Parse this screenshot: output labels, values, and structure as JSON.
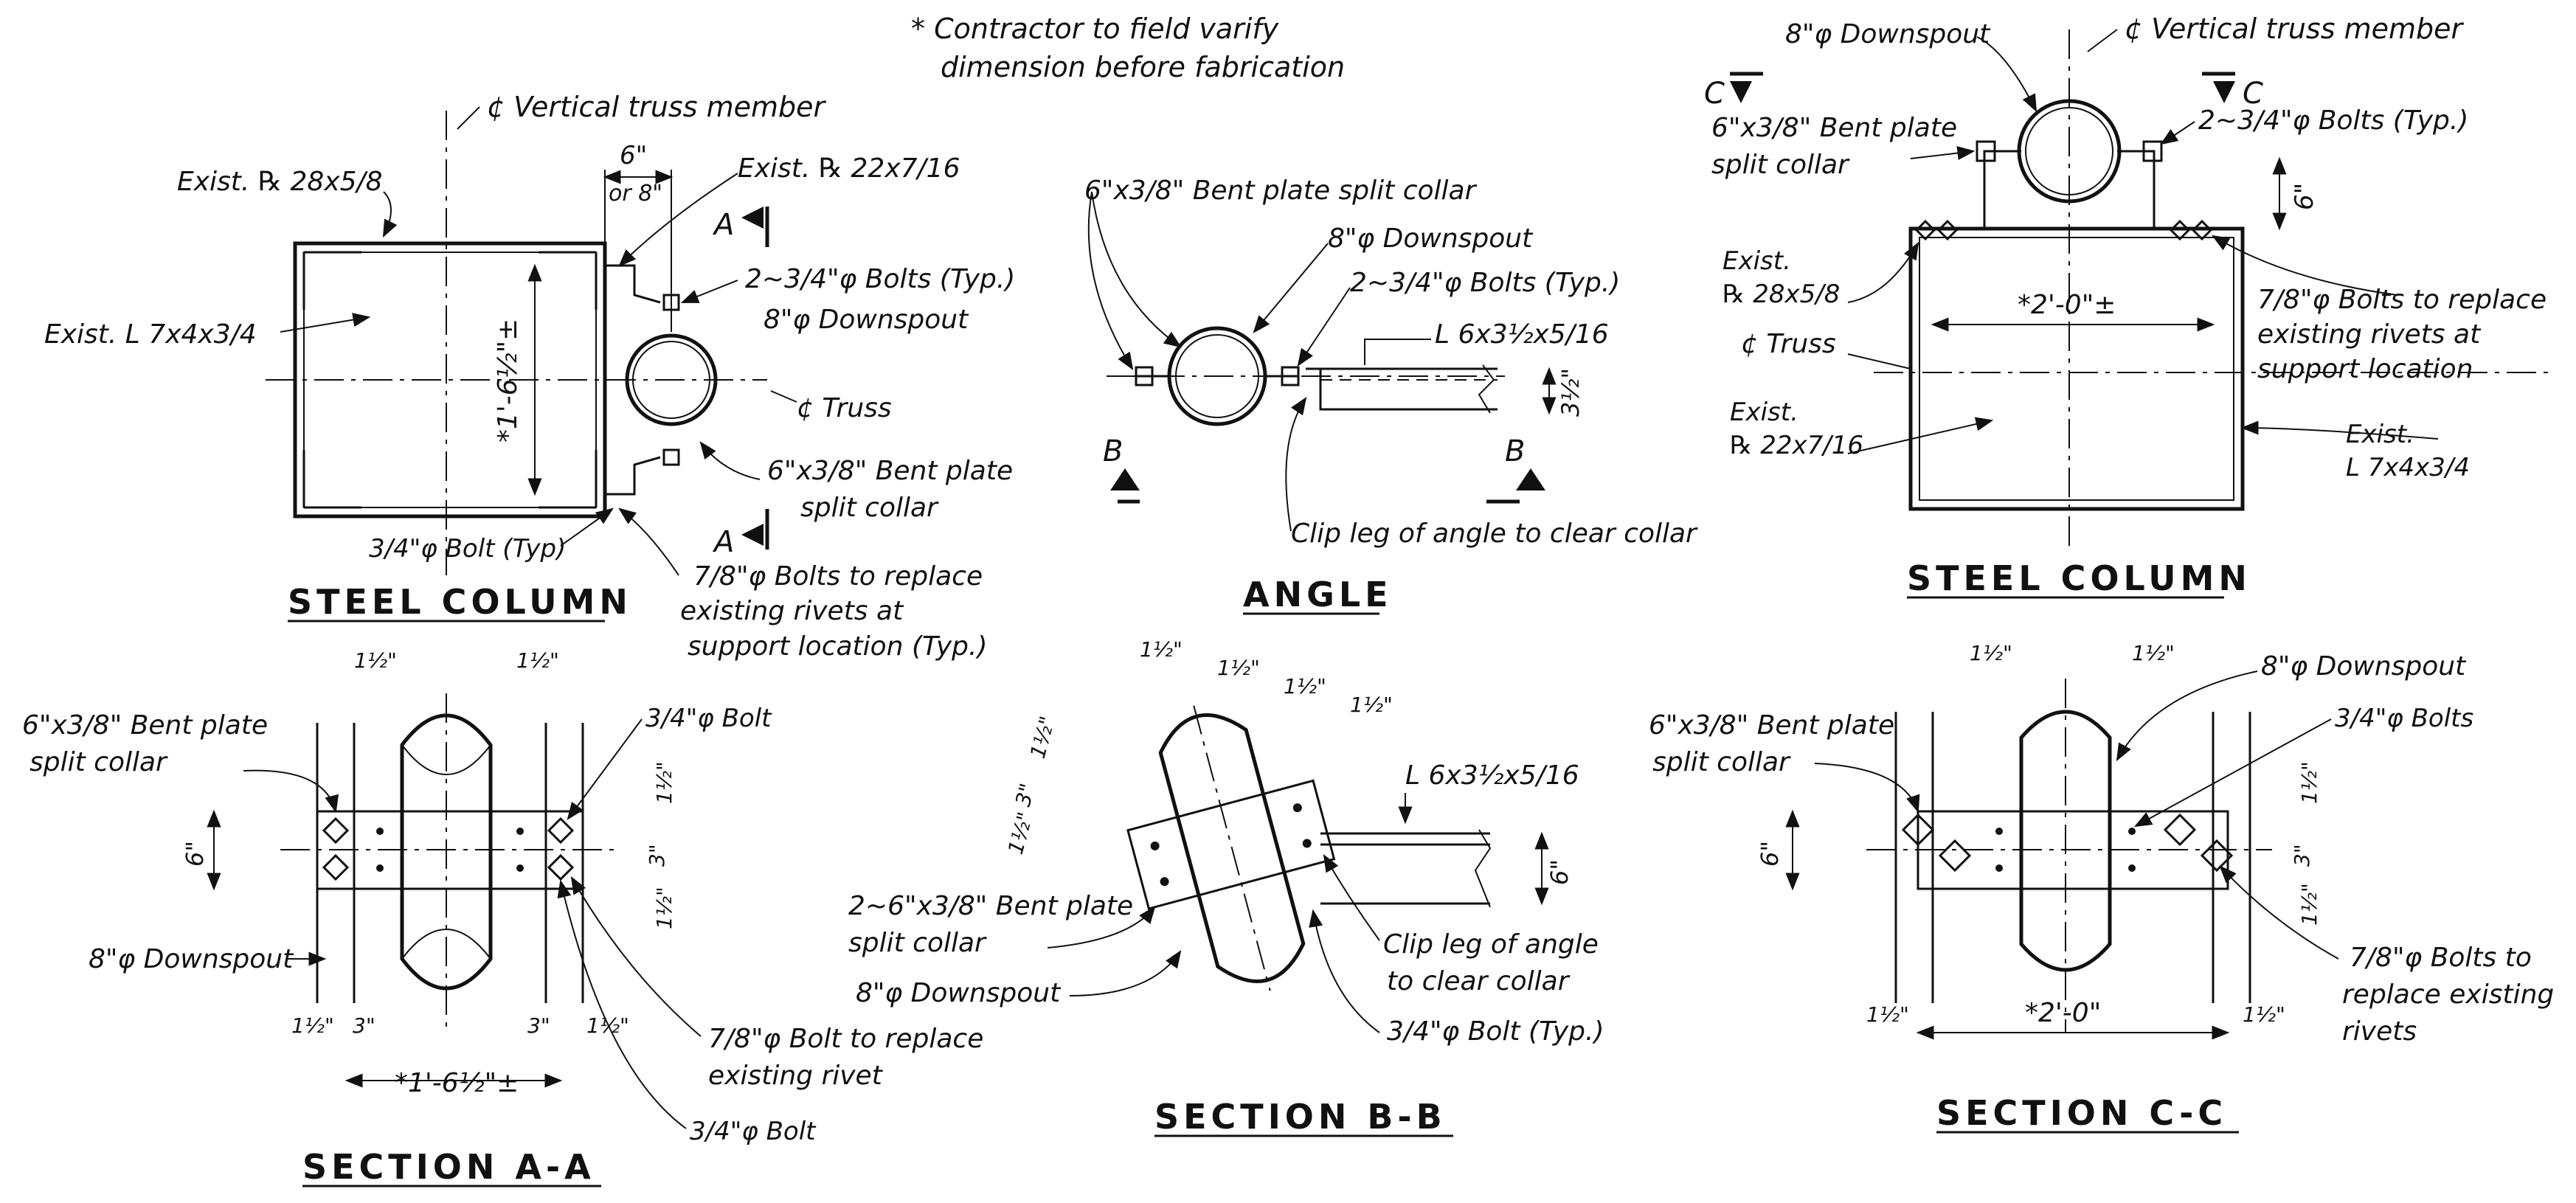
{
  "colors": {
    "ink": "#111111",
    "paper": "#ffffff"
  },
  "general_note": {
    "line1": "* Contractor to field varify",
    "line2": "dimension before fabrication"
  },
  "steel_column_left": {
    "title": "STEEL COLUMN",
    "vertical_truss": "¢ Vertical truss member",
    "exist_plate_top": "Exist. ℞ 28x5/8",
    "exist_angle": "Exist. L 7x4x3/4",
    "exist_plate_side": "Exist. ℞ 22x7/16",
    "dim_6": "6\"",
    "dim_or8": "or 8\"",
    "bolts_typ": "2~3/4\"φ Bolts (Typ.)",
    "downspout": "8\"φ Downspout",
    "truss": "¢ Truss",
    "bent_plate_1": "6\"x3/8\" Bent plate",
    "bent_plate_2": "split collar",
    "dim_height": "*1'-6½\"±",
    "bolt_typ": "3/4\"φ Bolt (Typ)",
    "rivets_1": "7/8\"φ Bolts to replace",
    "rivets_2": "existing rivets at",
    "rivets_3": "support location (Typ.)",
    "section_mark": "A"
  },
  "angle_view": {
    "title": "ANGLE",
    "bent_plate": "6\"x3/8\" Bent plate split collar",
    "downspout": "8\"φ Downspout",
    "bolts_typ": "2~3/4\"φ Bolts (Typ.)",
    "angle": "L 6x3½x5/16",
    "dim": "3½\"",
    "clip": "Clip leg of angle to clear collar",
    "section_mark": "B"
  },
  "steel_column_right": {
    "title": "STEEL COLUMN",
    "downspout": "8\"φ Downspout",
    "vertical_truss": "¢ Vertical truss member",
    "section_mark": "C",
    "bent_plate_1": "6\"x3/8\" Bent plate",
    "bent_plate_2": "split collar",
    "bolts_typ": "2~3/4\"φ Bolts (Typ.)",
    "dim_6": "6\"",
    "exist_plate_top_1": "Exist.",
    "exist_plate_top_2": "℞ 28x5/8",
    "dim_width": "*2'-0\"±",
    "truss": "¢ Truss",
    "rivets_1": "7/8\"φ Bolts to replace",
    "rivets_2": "existing rivets at",
    "rivets_3": "support location",
    "exist_plate_side_1": "Exist.",
    "exist_plate_side_2": "℞ 22x7/16",
    "exist_angle_1": "Exist.",
    "exist_angle_2": "L 7x4x3/4"
  },
  "section_aa": {
    "title": "SECTION A-A",
    "bent_plate_1": "6\"x3/8\" Bent plate",
    "bent_plate_2": "split collar",
    "dim_1_5": "1½\"",
    "bolt": "3/4\"φ Bolt",
    "dim_6": "6\"",
    "dim_3": "3\"",
    "downspout": "8\"φ Downspout",
    "rivet_1": "7/8\"φ Bolt to replace",
    "rivet_2": "existing rivet",
    "dim_width": "*1'-6½\"±",
    "bolt_bottom": "3/4\"φ Bolt"
  },
  "section_bb": {
    "title": "SECTION B-B",
    "dim_1_5": "1½\"",
    "dim_3": "3\"",
    "angle": "L 6x3½x5/16",
    "dim_6": "6\"",
    "bent_plate_1": "2~6\"x3/8\" Bent plate",
    "bent_plate_2": "split collar",
    "downspout": "8\"φ Downspout",
    "clip_1": "Clip leg of angle",
    "clip_2": "to clear collar",
    "bolt_typ": "3/4\"φ Bolt (Typ.)"
  },
  "section_cc": {
    "title": "SECTION C-C",
    "dim_1_5": "1½\"",
    "downspout": "8\"φ Downspout",
    "bent_plate_1": "6\"x3/8\" Bent plate",
    "bent_plate_2": "split collar",
    "bolts": "3/4\"φ Bolts",
    "dim_6": "6\"",
    "dim_3": "3\"",
    "rivets_1": "7/8\"φ Bolts to",
    "rivets_2": "replace existing",
    "rivets_3": "rivets",
    "dim_width": "*2'-0\""
  }
}
